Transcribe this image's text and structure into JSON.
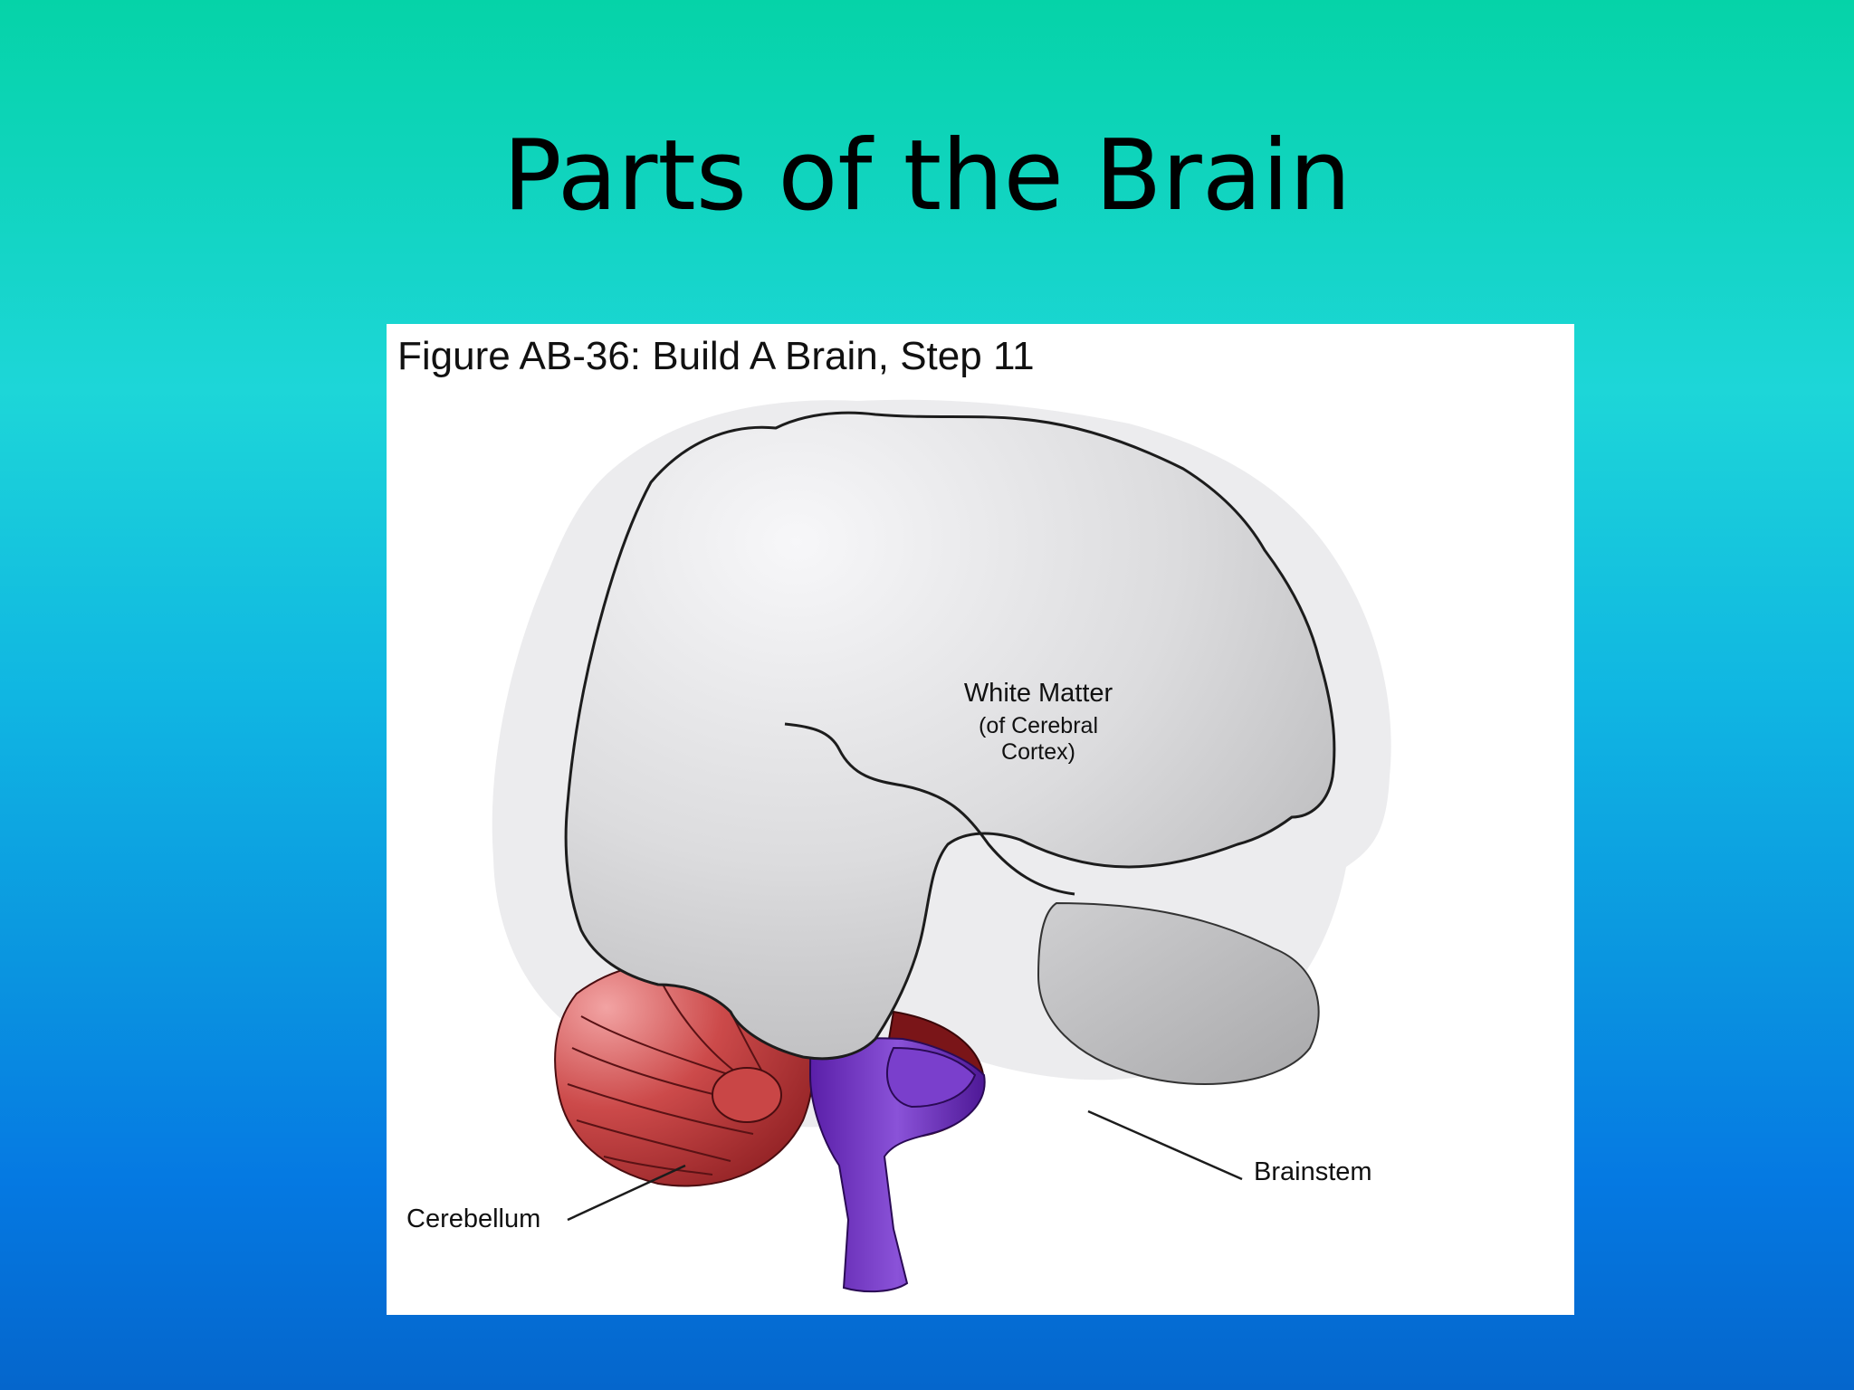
{
  "slide": {
    "title": "Parts of the Brain"
  },
  "figure": {
    "caption": "Figure AB-36: Build A Brain, Step 11",
    "labels": {
      "white_matter": "White Matter",
      "white_matter_sub_1": "(of Cerebral",
      "white_matter_sub_2": "Cortex)",
      "brainstem": "Brainstem",
      "cerebellum": "Cerebellum"
    }
  },
  "colors": {
    "background_top": "#05d3a8",
    "background_bottom": "#0566cc",
    "cerebrum": "#d9d9db",
    "temporal_lobe": "#bdbdbf",
    "cerebellum": "#c0393a",
    "brainstem": "#6a2fb8"
  }
}
